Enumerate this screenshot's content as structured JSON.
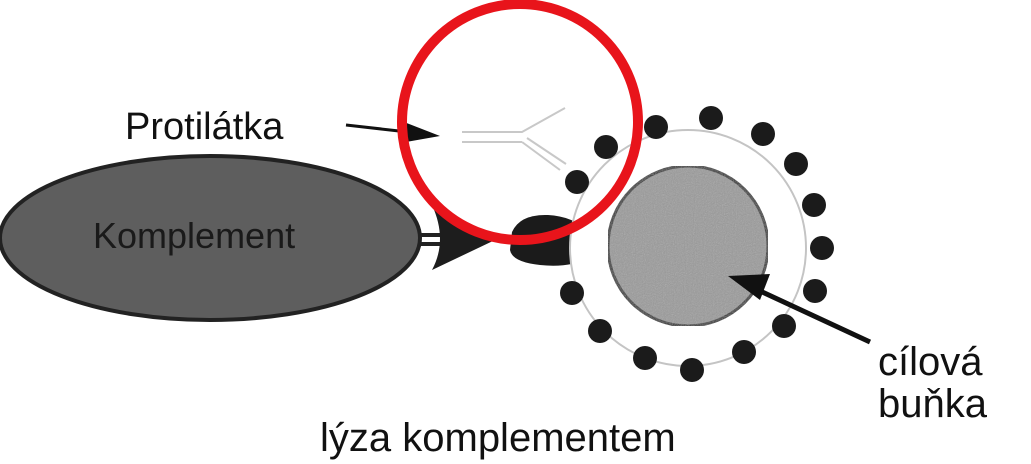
{
  "labels": {
    "antibody": "Protilátka",
    "complement": "Komplement",
    "target_cell_line1": "cílová",
    "target_cell_line2": "buňka",
    "caption": "lýza komplementem"
  },
  "colors": {
    "complement_fill": "#5e5e5e",
    "cell_fill": "#9a9a9a",
    "dots": "#1b1b1b",
    "highlight_circle": "#e8141b",
    "ink": "#111111"
  }
}
